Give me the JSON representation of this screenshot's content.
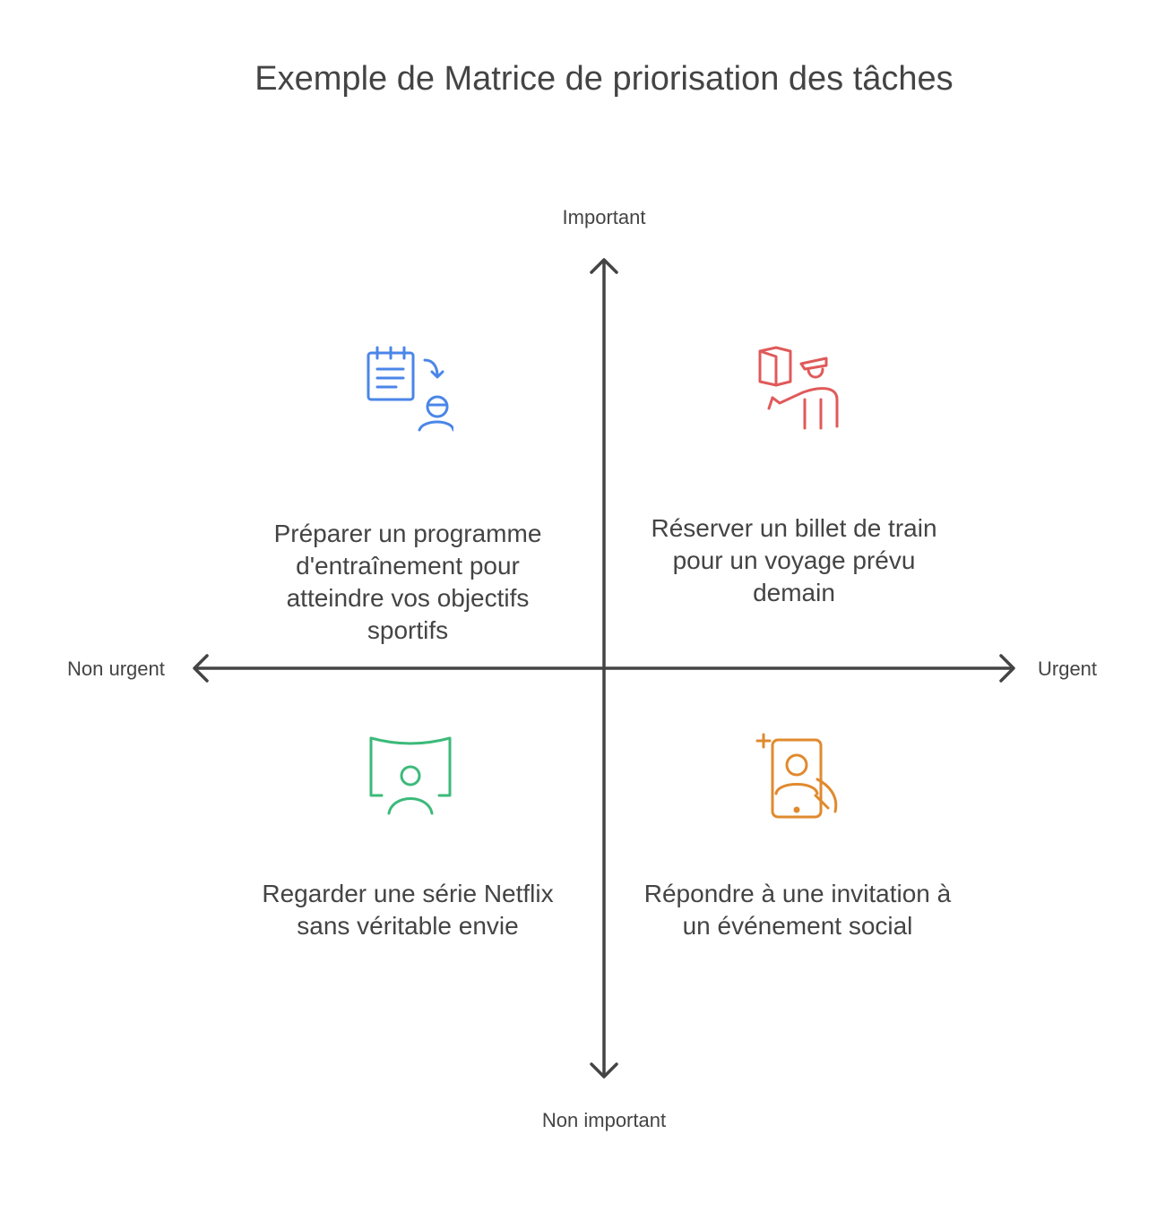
{
  "title": "Exemple de Matrice de priorisation des tâches",
  "axes": {
    "top": "Important",
    "bottom": "Non important",
    "left": "Non urgent",
    "right": "Urgent"
  },
  "quadrants": {
    "top_left": {
      "text": "Préparer un programme d'entraînement pour atteindre vos objectifs sportifs",
      "icon": "training-plan-icon",
      "color": "#4a86e8"
    },
    "top_right": {
      "text": "Réserver un billet de train pour un voyage prévu demain",
      "icon": "train-conductor-icon",
      "color": "#e05a5a"
    },
    "bottom_left": {
      "text": "Regarder une série Netflix sans véritable envie",
      "icon": "screen-viewer-icon",
      "color": "#3cba7a"
    },
    "bottom_right": {
      "text": "Répondre à une invitation à un événement social",
      "icon": "phone-invitation-icon",
      "color": "#e08a2e"
    }
  },
  "colors": {
    "axis": "#444444",
    "text": "#444444"
  }
}
